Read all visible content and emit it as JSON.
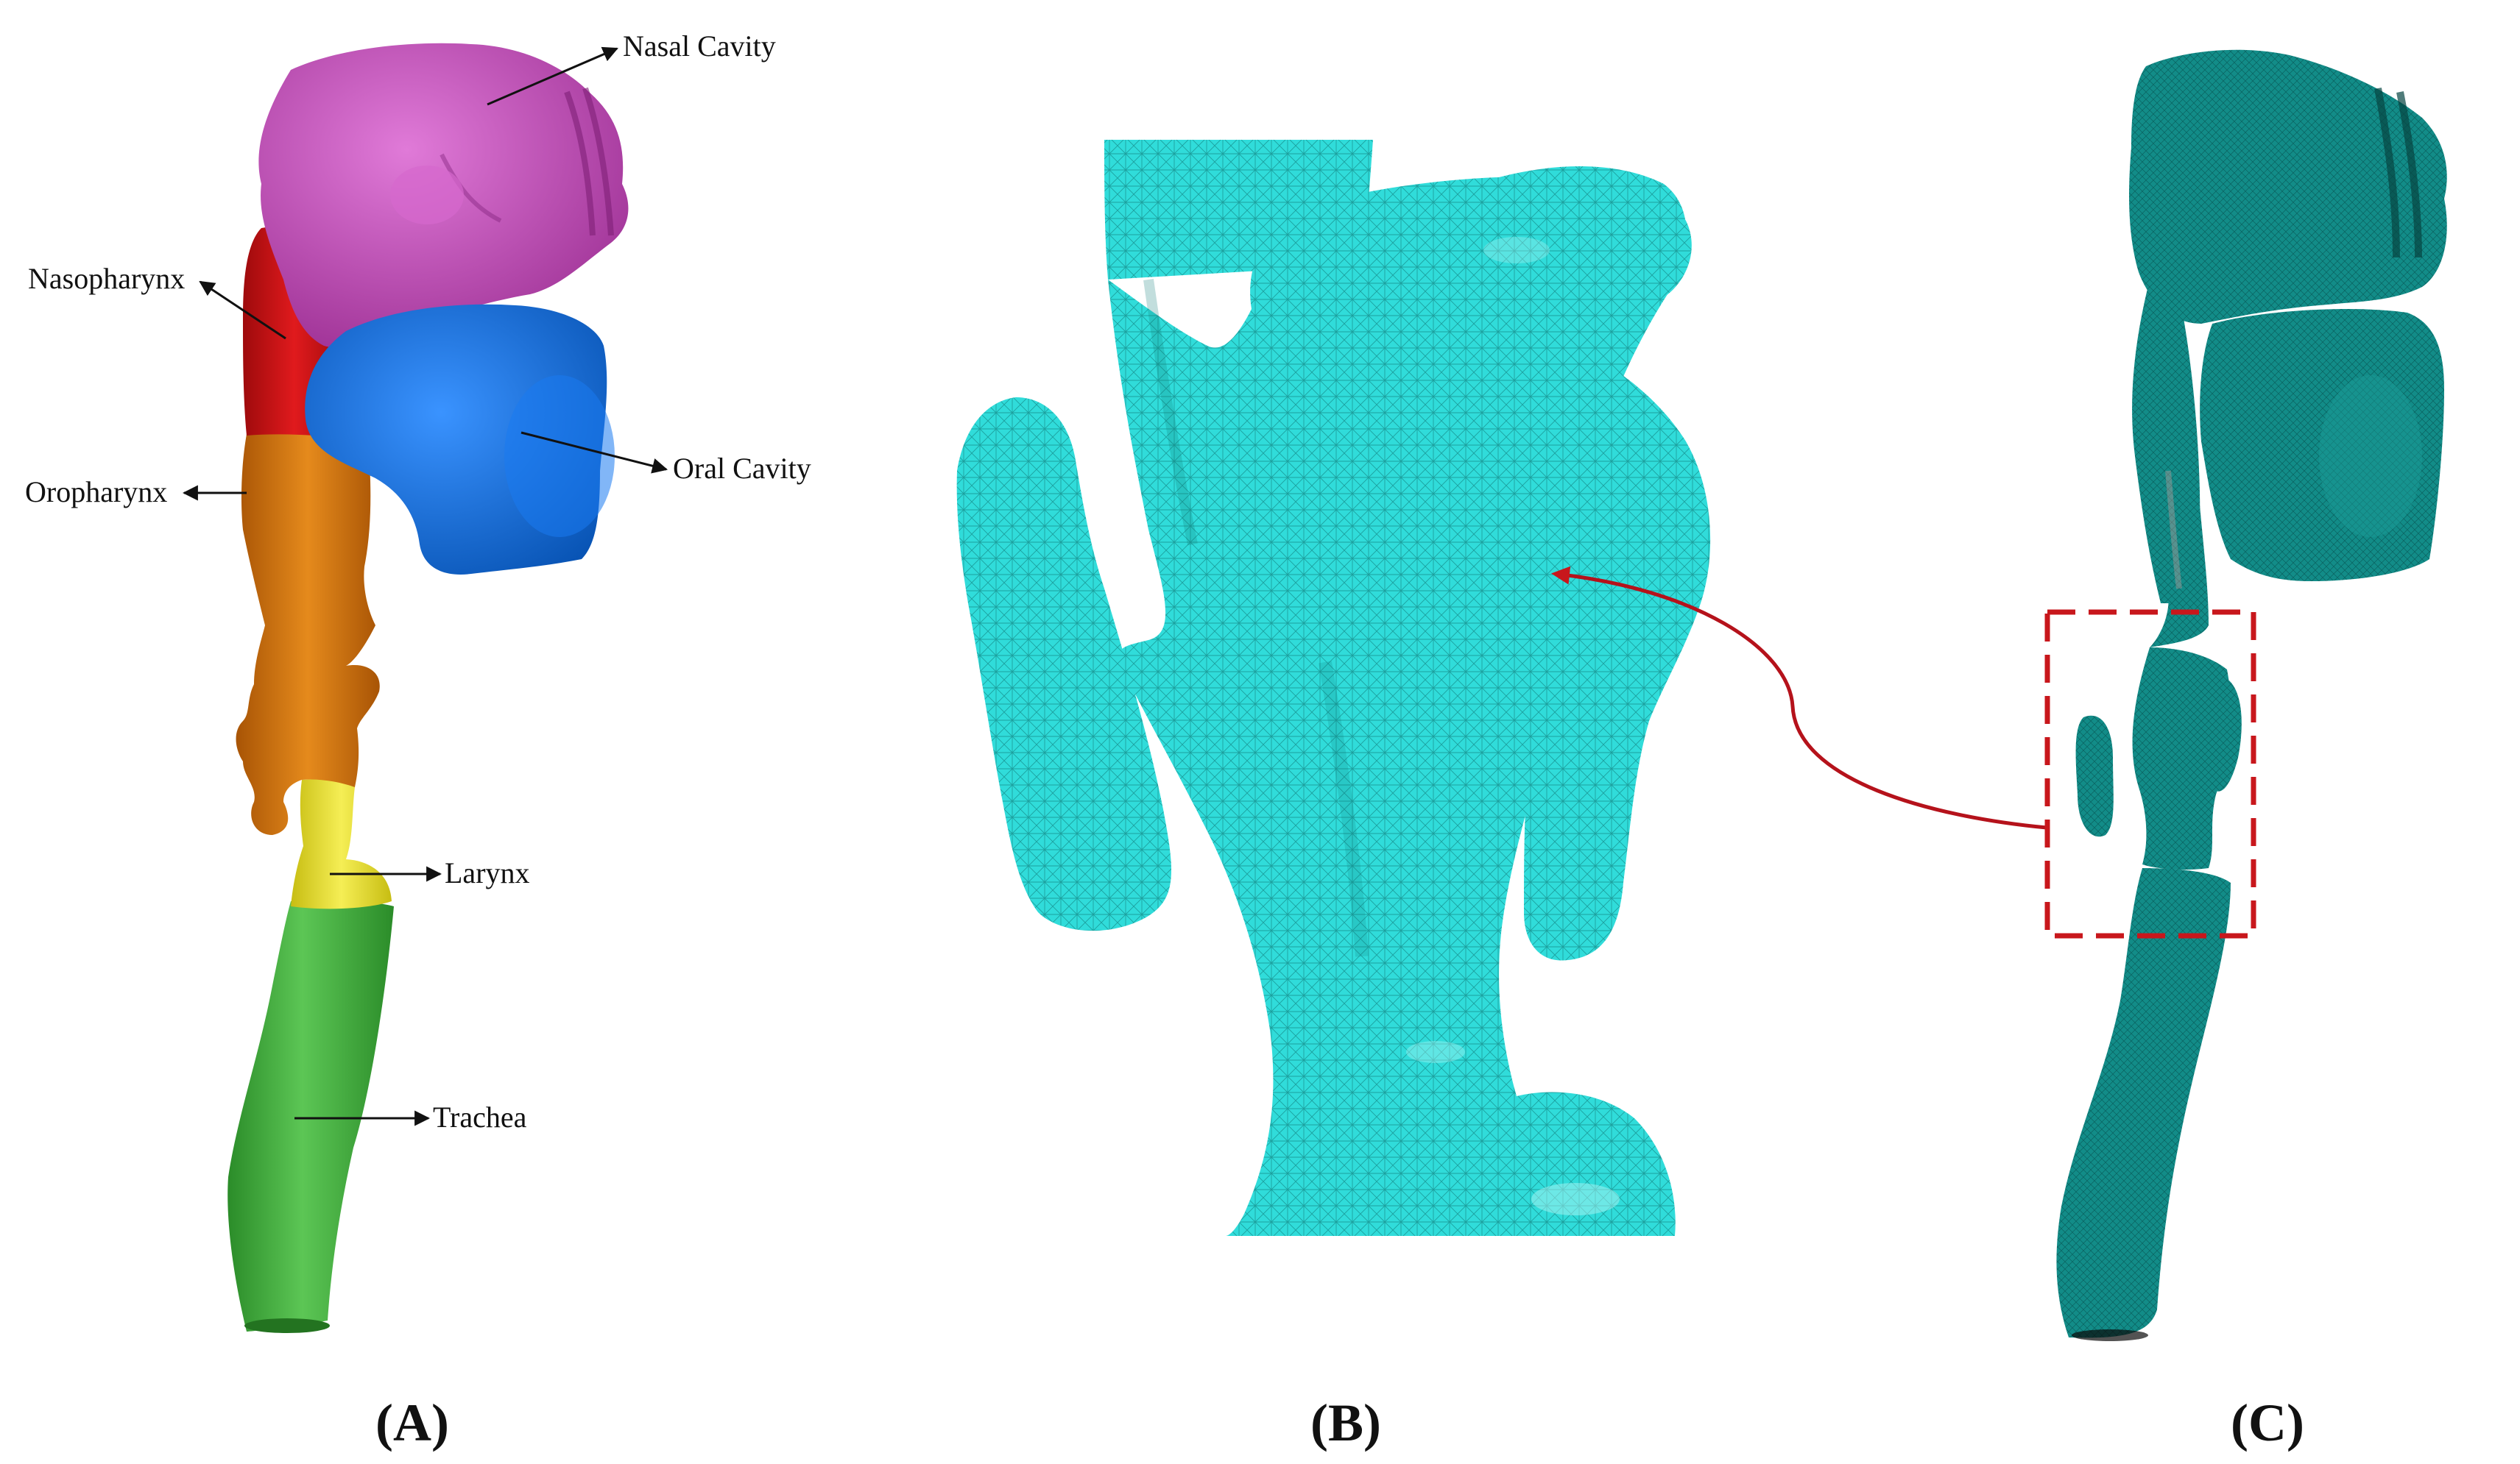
{
  "panels": [
    {
      "id": "A",
      "label": "(A)"
    },
    {
      "id": "B",
      "label": "(B)"
    },
    {
      "id": "C",
      "label": "(C)"
    }
  ],
  "anatomy_labels": {
    "nasal_cavity": "Nasal Cavity",
    "nasopharynx": "Nasopharynx",
    "oropharynx": "Oropharynx",
    "oral_cavity": "Oral Cavity",
    "larynx": "Larynx",
    "trachea": "Trachea"
  },
  "colors": {
    "nasal_cavity": "#c447b9",
    "nasopharynx": "#c80f12",
    "oropharynx": "#d06f07",
    "oral_cavity": "#0a6fe0",
    "larynx": "#e6dd2a",
    "trachea": "#3fae3a",
    "mesh_light": "#2fe0de",
    "mesh_dark": "#0e8f8c",
    "highlight_box": "#c8171c",
    "callout_arrow": "#b5121b"
  },
  "icons": {
    "arrow": "arrow-right-icon"
  }
}
